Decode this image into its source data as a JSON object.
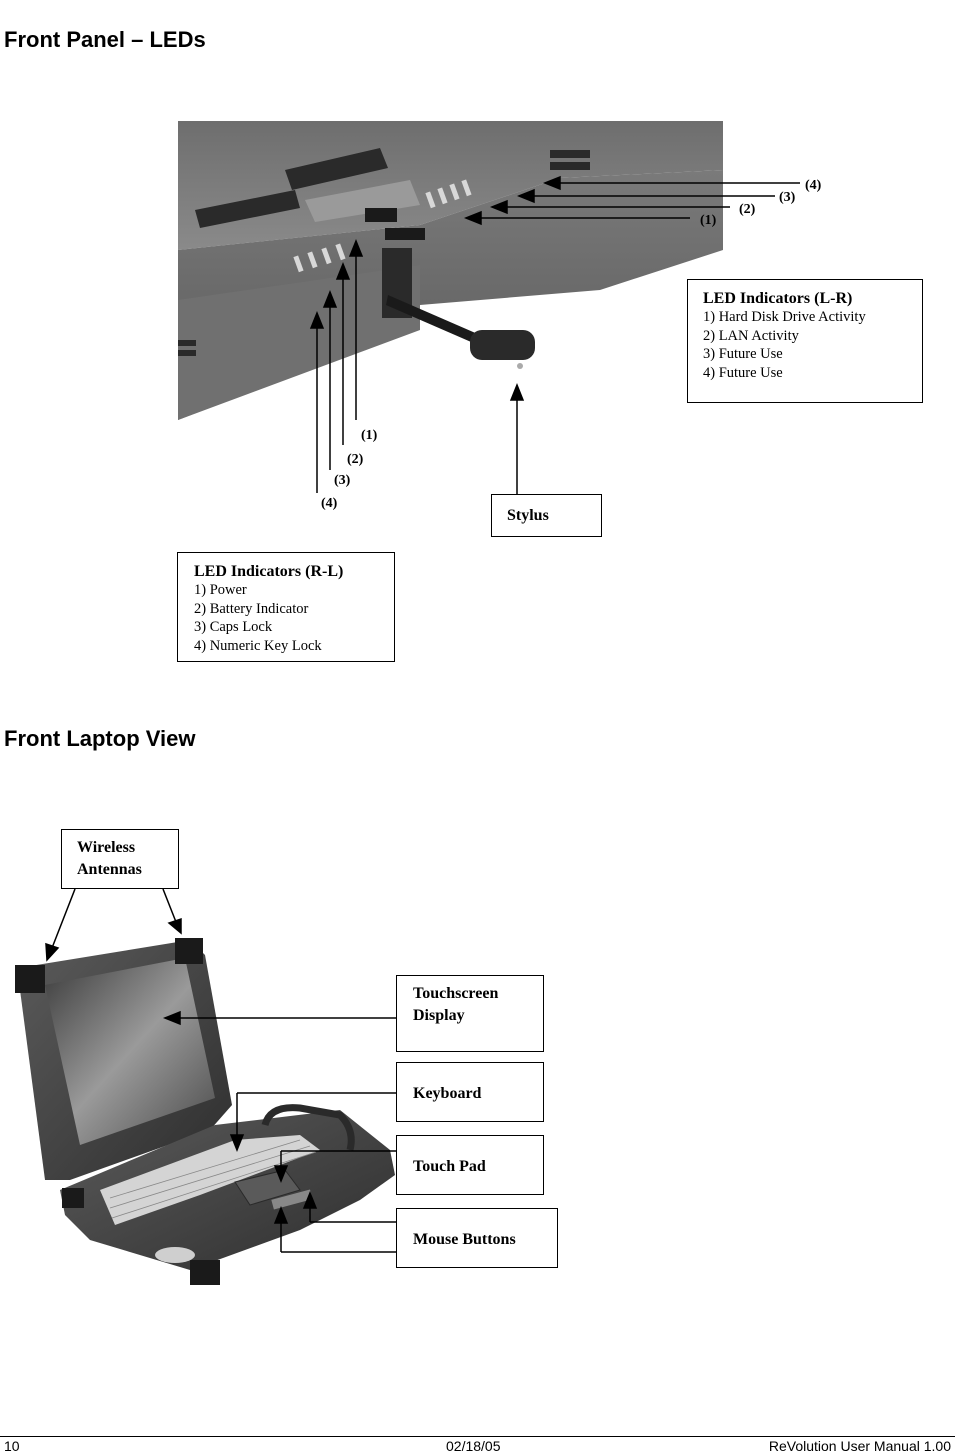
{
  "section1": {
    "heading": "Front Panel – LEDs",
    "leds_lr": {
      "title": "LED Indicators (L-R)",
      "items": [
        "1) Hard Disk Drive Activity",
        "2) LAN Activity",
        "3) Future Use",
        "4) Future Use"
      ],
      "markers": [
        "(1)",
        "(2)",
        "(3)",
        "(4)"
      ]
    },
    "leds_rl": {
      "title": "LED Indicators (R-L)",
      "items": [
        "1) Power",
        "2) Battery Indicator",
        "3) Caps Lock",
        "4) Numeric Key Lock"
      ],
      "markers": [
        "(1)",
        "(2)",
        "(3)",
        "(4)"
      ]
    },
    "stylus_label": "Stylus"
  },
  "section2": {
    "heading": "Front Laptop View",
    "labels": {
      "wireless_line1": "Wireless",
      "wireless_line2": "Antennas",
      "touchscreen_line1": "Touchscreen",
      "touchscreen_line2": "Display",
      "keyboard": "Keyboard",
      "touchpad": "Touch Pad",
      "mouse_buttons": "Mouse Buttons"
    }
  },
  "footer": {
    "page_number": "10",
    "date": "02/18/05",
    "brand": "ReVolution",
    "title_suffix": " User Manual 1.00"
  }
}
